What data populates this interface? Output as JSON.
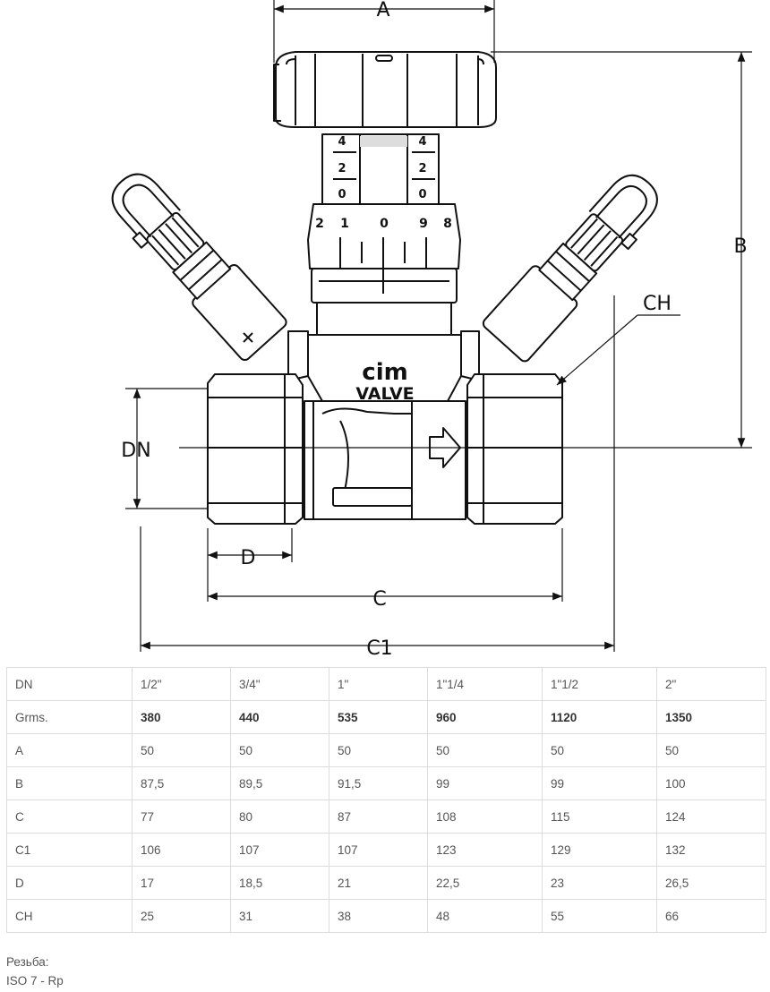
{
  "diagram": {
    "labels": {
      "A": "A",
      "B": "B",
      "CH": "CH",
      "DN": "DN",
      "D": "D",
      "C": "C",
      "C1": "C1"
    },
    "brand": {
      "line1": "cim",
      "line2": "VALVE"
    },
    "scale_marks": [
      "4",
      "2",
      "0"
    ],
    "ring_numbers": [
      "2",
      "1",
      "0",
      "9",
      "8"
    ],
    "colors": {
      "line": "#111111",
      "shade": "#cfcfcf",
      "fill": "#ffffff"
    }
  },
  "table": {
    "rows": [
      {
        "label": "DN",
        "bold": false,
        "values": [
          "1/2\"",
          "3/4\"",
          "1\"",
          "1\"1/4",
          "1\"1/2",
          "2\""
        ]
      },
      {
        "label": "Grms.",
        "bold": true,
        "values": [
          "380",
          "440",
          "535",
          "960",
          "1120",
          "1350"
        ]
      },
      {
        "label": "A",
        "bold": false,
        "values": [
          "50",
          "50",
          "50",
          "50",
          "50",
          "50"
        ]
      },
      {
        "label": "B",
        "bold": false,
        "values": [
          "87,5",
          "89,5",
          "91,5",
          "99",
          "99",
          "100"
        ]
      },
      {
        "label": "C",
        "bold": false,
        "values": [
          "77",
          "80",
          "87",
          "108",
          "115",
          "124"
        ]
      },
      {
        "label": "C1",
        "bold": false,
        "values": [
          "106",
          "107",
          "107",
          "123",
          "129",
          "132"
        ]
      },
      {
        "label": "D",
        "bold": false,
        "values": [
          "17",
          "18,5",
          "21",
          "22,5",
          "23",
          "26,5"
        ]
      },
      {
        "label": "CH",
        "bold": false,
        "values": [
          "25",
          "31",
          "38",
          "48",
          "55",
          "66"
        ]
      }
    ]
  },
  "notes": {
    "thread_label": "Резьба:",
    "thread_value": "ISO 7 - Rp"
  }
}
